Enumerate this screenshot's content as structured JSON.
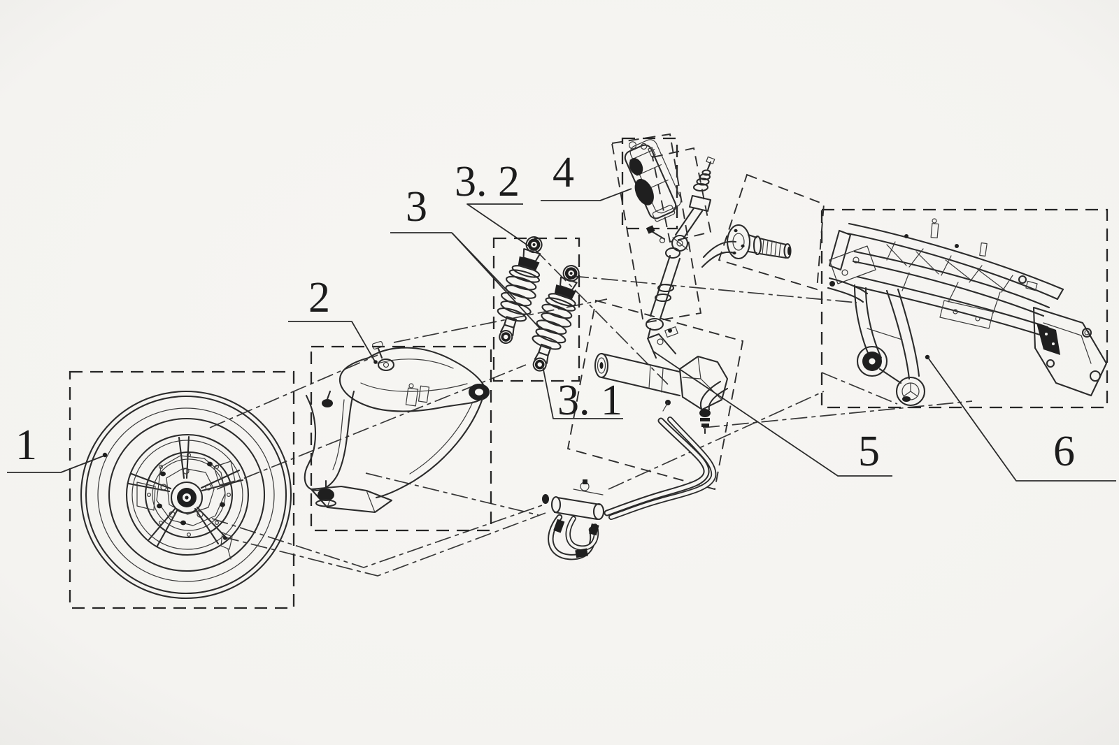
{
  "diagram": {
    "labels": {
      "part_1": "1",
      "part_2": "2",
      "part_3": "3",
      "part_3_1": "3. 1",
      "part_3_2": "3. 2",
      "part_4": "4",
      "part_5": "5",
      "part_6": "6"
    },
    "colors": {
      "background": "#f5f4f1",
      "line_art": "#2b2b2b",
      "dark_fill": "#1f1f1f"
    }
  }
}
